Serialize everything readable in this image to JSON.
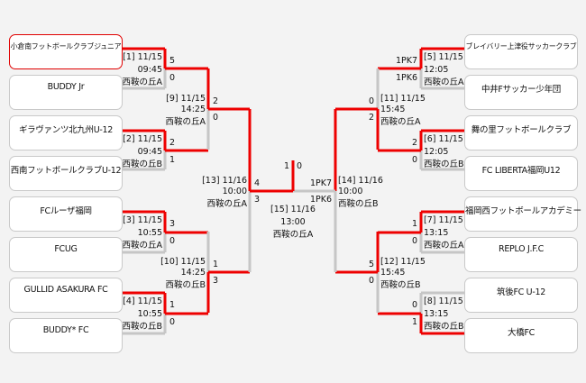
{
  "colors": {
    "win": "#ee0000",
    "line": "#c6c6c6",
    "highlight_border": "#e00000"
  },
  "teams_left": [
    "小倉南フットボールクラブジュニア",
    "BUDDY Jr",
    "ギラヴァンツ北九州U-12",
    "西南フットボールクラブU-12",
    "FCルーザ福岡",
    "FCUG",
    "GULLID ASAKURA FC",
    "BUDDY* FC"
  ],
  "teams_right": [
    "ブレイバリー上津役サッカークラブ",
    "中井Fサッカー少年団",
    "舞の里フットボールクラブ",
    "FC LIBERTA福岡U12",
    "福岡西フットボールアカデミー",
    "REPLO J.F.C",
    "筑後FC U-12",
    "大橋FC"
  ],
  "matches": [
    {
      "label": "[1] 11/15",
      "time": "09:45",
      "venue": "西鞍の丘A",
      "s1": "5",
      "s2": "0",
      "winner": "top"
    },
    {
      "label": "[2] 11/15",
      "time": "09:45",
      "venue": "西鞍の丘B",
      "s1": "2",
      "s2": "1",
      "winner": "top"
    },
    {
      "label": "[3] 11/15",
      "time": "10:55",
      "venue": "西鞍の丘A",
      "s1": "3",
      "s2": "0",
      "winner": "top"
    },
    {
      "label": "[4] 11/15",
      "time": "10:55",
      "venue": "西鞍の丘B",
      "s1": "1",
      "s2": "0",
      "winner": "top"
    },
    {
      "label": "[5] 11/15",
      "time": "12:05",
      "venue": "西鞍の丘A",
      "s1": "1PK7",
      "s2": "1PK6",
      "winner": "top"
    },
    {
      "label": "[6] 11/15",
      "time": "12:05",
      "venue": "西鞍の丘B",
      "s1": "2",
      "s2": "0",
      "winner": "top"
    },
    {
      "label": "[7] 11/15",
      "time": "13:15",
      "venue": "西鞍の丘A",
      "s1": "1",
      "s2": "0",
      "winner": "top"
    },
    {
      "label": "[8] 11/15",
      "time": "13:15",
      "venue": "西鞍の丘B",
      "s1": "0",
      "s2": "1",
      "winner": "bottom"
    },
    {
      "label": "[9] 11/15",
      "time": "14:25",
      "venue": "西鞍の丘A",
      "s1": "2",
      "s2": "0",
      "winner": "top"
    },
    {
      "label": "[10] 11/15",
      "time": "14:25",
      "venue": "西鞍の丘B",
      "s1": "1",
      "s2": "3",
      "winner": "bottom"
    },
    {
      "label": "[11] 11/15",
      "time": "15:45",
      "venue": "西鞍の丘A",
      "s1": "0",
      "s2": "2",
      "winner": "bottom"
    },
    {
      "label": "[12] 11/15",
      "time": "15:45",
      "venue": "西鞍の丘B",
      "s1": "5",
      "s2": "0",
      "winner": "top"
    },
    {
      "label": "[13] 11/16",
      "time": "10:00",
      "venue": "西鞍の丘A",
      "s1": "4",
      "s2": "3",
      "winner": "top"
    },
    {
      "label": "[14] 11/16",
      "time": "10:00",
      "venue": "西鞍の丘B",
      "s1": "1PK7",
      "s2": "1PK6",
      "winner": "top"
    },
    {
      "label": "[15] 11/16",
      "time": "13:00",
      "venue": "西鞍の丘A",
      "s1": "1",
      "s2": "0",
      "winner": "left"
    }
  ]
}
